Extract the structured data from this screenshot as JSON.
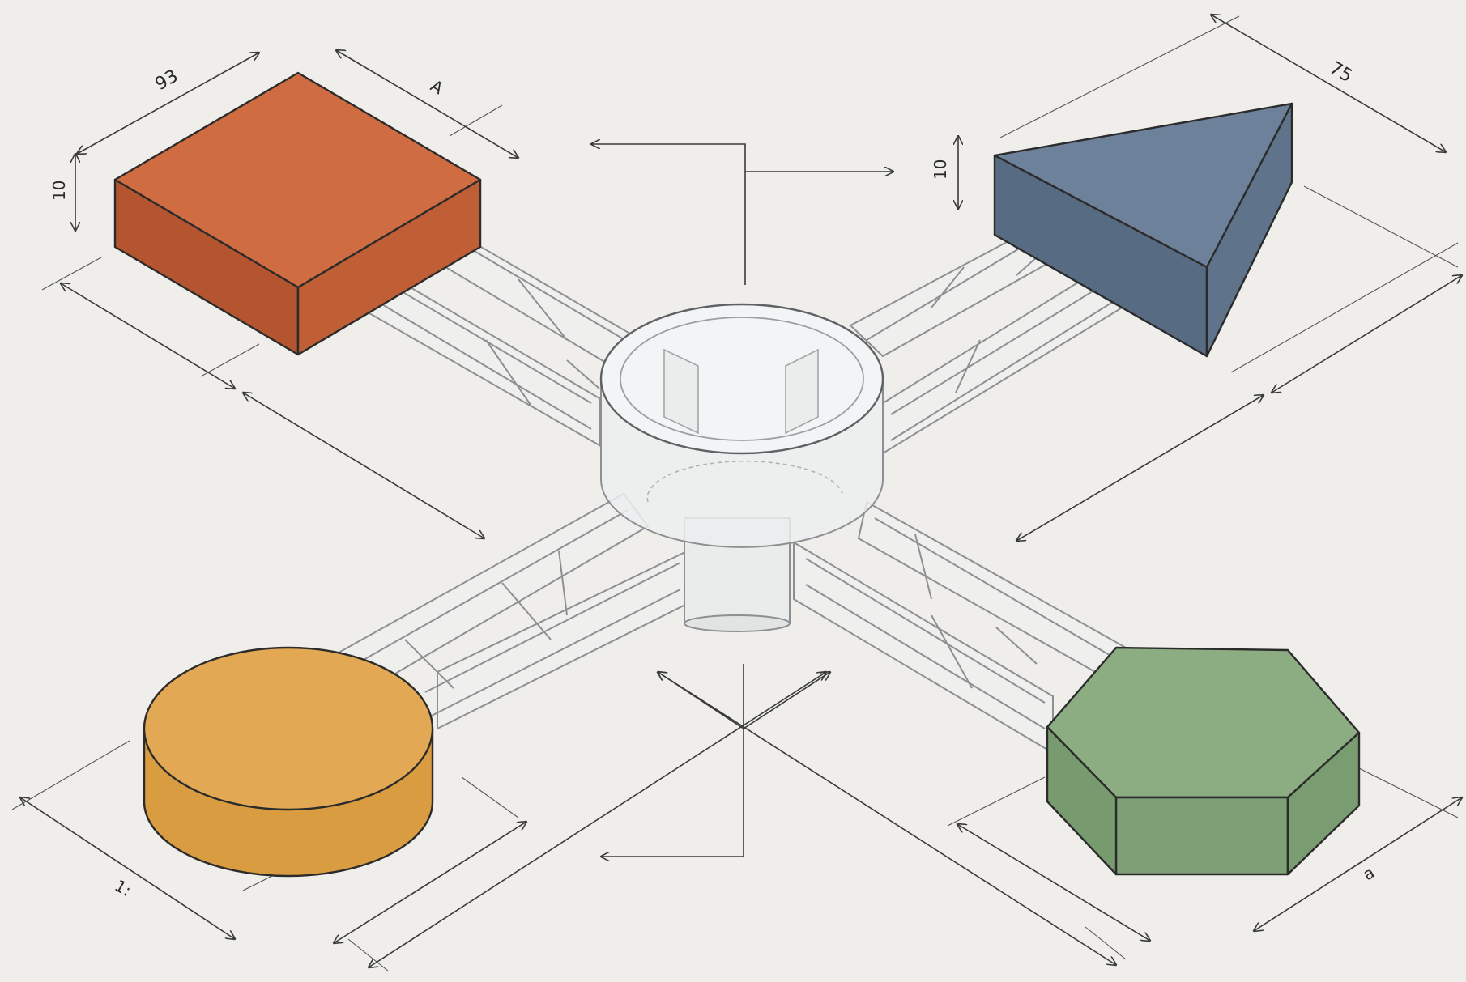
{
  "colors": {
    "background": "#efeeea",
    "red_block": "#c9643d",
    "blue_prism": "#647b93",
    "yellow_cylinder": "#dca34b",
    "green_prism": "#84a67b",
    "hub": "#e9ebec",
    "frame": "#8d8f92"
  },
  "labels": {
    "red_top_left": "93",
    "red_top_right": "A",
    "red_height": "10",
    "blue_top": "75",
    "blue_height": "10",
    "yellow_bottom": "1:",
    "green_bottom": "a"
  }
}
